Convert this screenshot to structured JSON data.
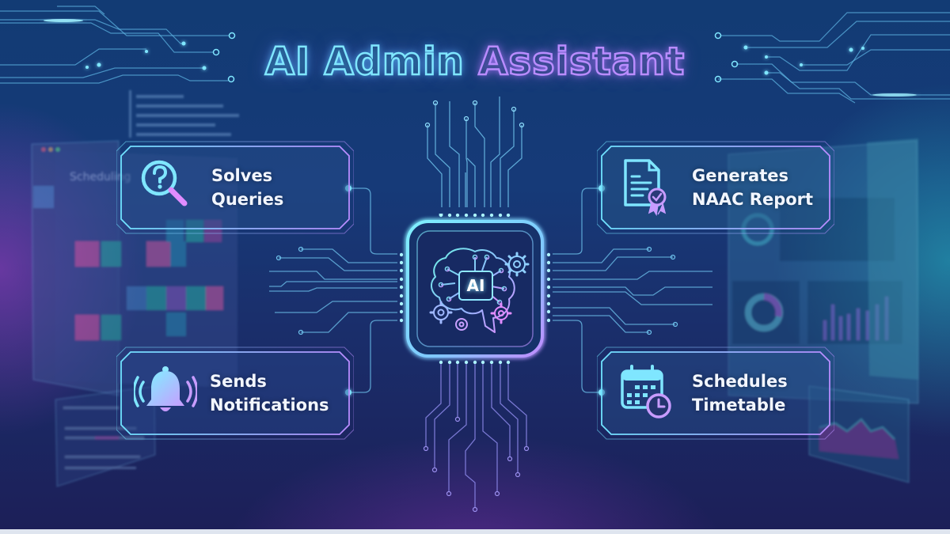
{
  "title": {
    "part1": "AI Admin ",
    "part2": "Assistant",
    "full": "AI Admin Assistant"
  },
  "center_chip": {
    "label": "AI",
    "icon": "brain-circuit-icon"
  },
  "features": [
    {
      "id": "solves-queries",
      "line1": "Solves",
      "line2": "Queries",
      "icon": "search-question-icon",
      "position": "top-left"
    },
    {
      "id": "generates-naac-report",
      "line1": "Generates",
      "line2": "NAAC Report",
      "icon": "document-certificate-icon",
      "position": "top-right"
    },
    {
      "id": "sends-notifications",
      "line1": "Sends",
      "line2": "Notifications",
      "icon": "bell-ringing-icon",
      "position": "bottom-left"
    },
    {
      "id": "schedules-timetable",
      "line1": "Schedules",
      "line2": "Timetable",
      "icon": "calendar-clock-icon",
      "position": "bottom-right"
    }
  ],
  "background": {
    "left_window_title": "Scheduling",
    "colors": {
      "cyan": "#6fe3ff",
      "violet": "#b98cff",
      "pink": "#d46fc8",
      "navy": "#163a78",
      "deep": "#1c1f58"
    }
  }
}
